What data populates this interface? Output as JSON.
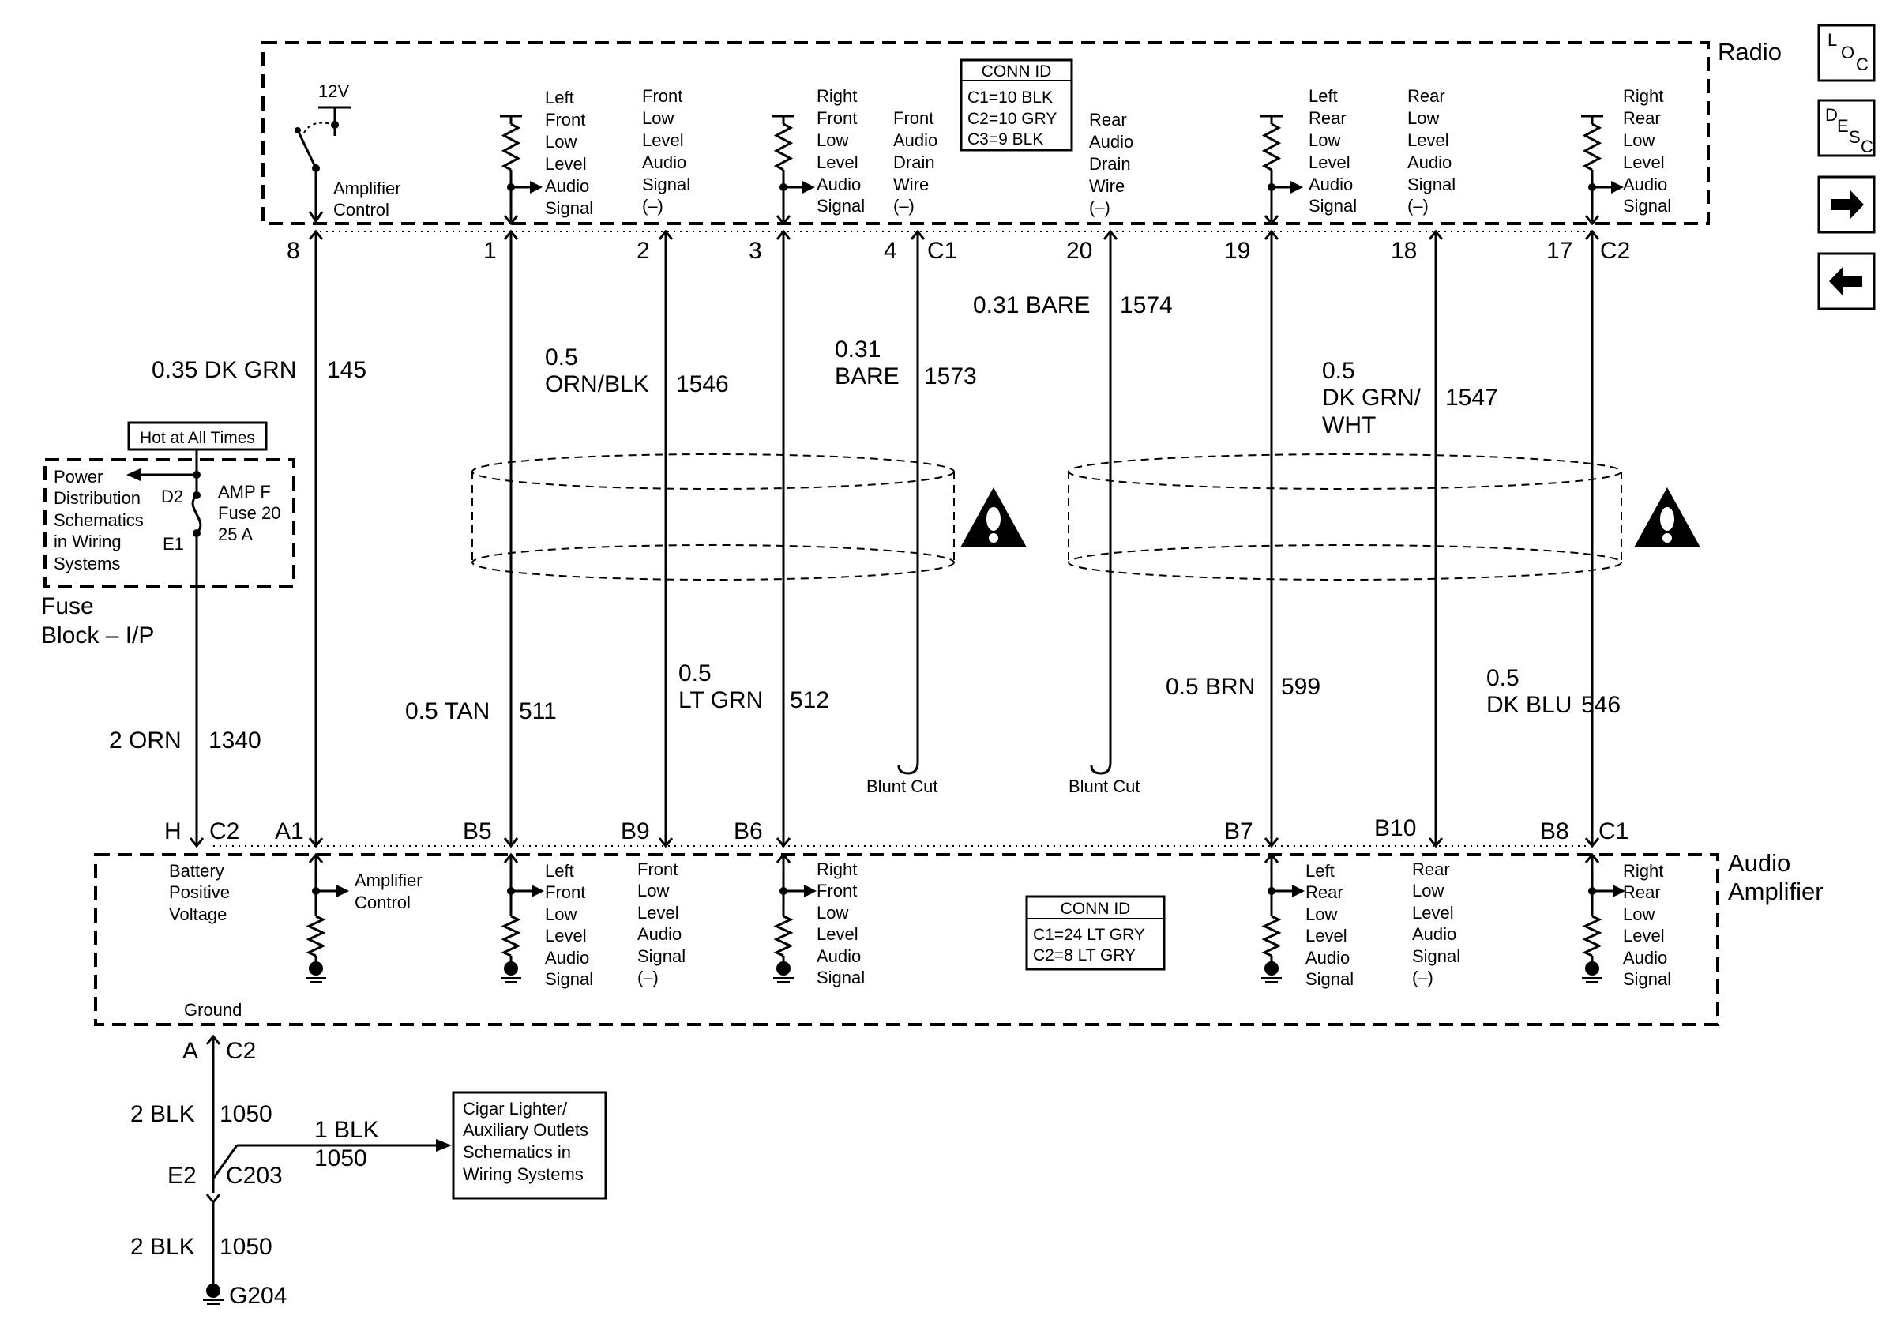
{
  "components": {
    "radio": "Radio",
    "audio_amplifier": [
      "Audio",
      "Amplifier"
    ],
    "fuse_block": [
      "Fuse",
      "Block – I/P"
    ]
  },
  "nav_icons": {
    "loc": [
      "L",
      "O",
      "C"
    ],
    "desc": [
      "D",
      "E",
      "S",
      "C"
    ]
  },
  "radio_conn": {
    "title": "CONN ID",
    "lines": [
      "C1=10 BLK",
      "C2=10 GRY",
      "C3=9 BLK"
    ]
  },
  "amp_conn": {
    "title": "CONN ID",
    "lines": [
      "C1=24 LT GRY",
      "C2=8 LT GRY"
    ]
  },
  "hot_label": "Hot at All Times",
  "power_dist": [
    "Power",
    "Distribution",
    "Schematics",
    "in Wiring",
    "Systems"
  ],
  "fuse": {
    "lines": [
      "AMP F",
      "Fuse 20",
      "25 A"
    ],
    "pin_top": "D2",
    "pin_bottom": "E1"
  },
  "radio_12v": "12V",
  "radio_labels": {
    "amp_control": [
      "Amplifier",
      "Control"
    ],
    "lf_name": [
      "Left",
      "Front",
      "Low",
      "Level",
      "Audio",
      "Signal"
    ],
    "lf_minus": [
      "Front",
      "Low",
      "Level",
      "Audio",
      "Signal",
      "(–)"
    ],
    "rf_name": [
      "Right",
      "Front",
      "Low",
      "Level",
      "Audio",
      "Signal"
    ],
    "front_drain": [
      "Front",
      "Audio",
      "Drain",
      "Wire",
      "(–)"
    ],
    "rear_drain": [
      "Rear",
      "Audio",
      "Drain",
      "Wire",
      "(–)"
    ],
    "lr_name": [
      "Left",
      "Rear",
      "Low",
      "Level",
      "Audio",
      "Signal"
    ],
    "lr_minus": [
      "Rear",
      "Low",
      "Level",
      "Audio",
      "Signal",
      "(–)"
    ],
    "rr_name": [
      "Right",
      "Rear",
      "Low",
      "Level",
      "Audio",
      "Signal"
    ]
  },
  "radio_pins": {
    "p8": "8",
    "p1": "1",
    "p2": "2",
    "p3": "3",
    "p4": "4",
    "c1": "C1",
    "p20": "20",
    "p19": "19",
    "p18": "18",
    "p17": "17",
    "c2": "C2"
  },
  "wires": {
    "w145": {
      "color": "0.35 DK GRN",
      "circuit": "145"
    },
    "w1546": {
      "color": [
        "0.5",
        "ORN/BLK"
      ],
      "circuit": "1546"
    },
    "w1573": {
      "color": [
        "0.31",
        "BARE"
      ],
      "circuit": "1573"
    },
    "w1574": {
      "color": "0.31 BARE",
      "circuit": "1574"
    },
    "w1547": {
      "color": [
        "0.5",
        "DK GRN/",
        "WHT"
      ],
      "circuit": "1547"
    },
    "w1340": {
      "color": "2 ORN",
      "circuit": "1340"
    },
    "w511": {
      "color": "0.5 TAN",
      "circuit": "511"
    },
    "w512": {
      "color": [
        "0.5",
        "LT GRN"
      ],
      "circuit": "512"
    },
    "w599": {
      "color": "0.5 BRN",
      "circuit": "599"
    },
    "w546": {
      "color": [
        "0.5",
        "DK BLU"
      ],
      "circuit": "546"
    },
    "w1050a": {
      "color": "2 BLK",
      "circuit": "1050"
    },
    "w1050b": {
      "color": "1 BLK",
      "circuit": "1050"
    },
    "w1050c": {
      "color": "2 BLK",
      "circuit": "1050"
    }
  },
  "blunt_cut": "Blunt Cut",
  "amp_pins": {
    "h": "H",
    "c2": "C2",
    "a1": "A1",
    "b5": "B5",
    "b9": "B9",
    "b6": "B6",
    "b7": "B7",
    "b10": "B10",
    "b8": "B8",
    "c1": "C1"
  },
  "amp_labels": {
    "battery": [
      "Battery",
      "Positive",
      "Voltage"
    ],
    "amp_control": [
      "Amplifier",
      "Control"
    ],
    "lf_name": [
      "Left",
      "Front",
      "Low",
      "Level",
      "Audio",
      "Signal"
    ],
    "lf_minus": [
      "Front",
      "Low",
      "Level",
      "Audio",
      "Signal",
      "(–)"
    ],
    "rf_name": [
      "Right",
      "Front",
      "Low",
      "Level",
      "Audio",
      "Signal"
    ],
    "lr_name": [
      "Left",
      "Rear",
      "Low",
      "Level",
      "Audio",
      "Signal"
    ],
    "lr_minus": [
      "Rear",
      "Low",
      "Level",
      "Audio",
      "Signal",
      "(–)"
    ],
    "rr_name": [
      "Right",
      "Rear",
      "Low",
      "Level",
      "Audio",
      "Signal"
    ],
    "ground": "Ground"
  },
  "ground_conn": {
    "a": "A",
    "c2": "C2"
  },
  "splice": {
    "e2": "E2",
    "c203": "C203"
  },
  "cigar": [
    "Cigar Lighter/",
    "Auxiliary Outlets",
    "Schematics in",
    "Wiring Systems"
  ],
  "ground_point": "G204"
}
